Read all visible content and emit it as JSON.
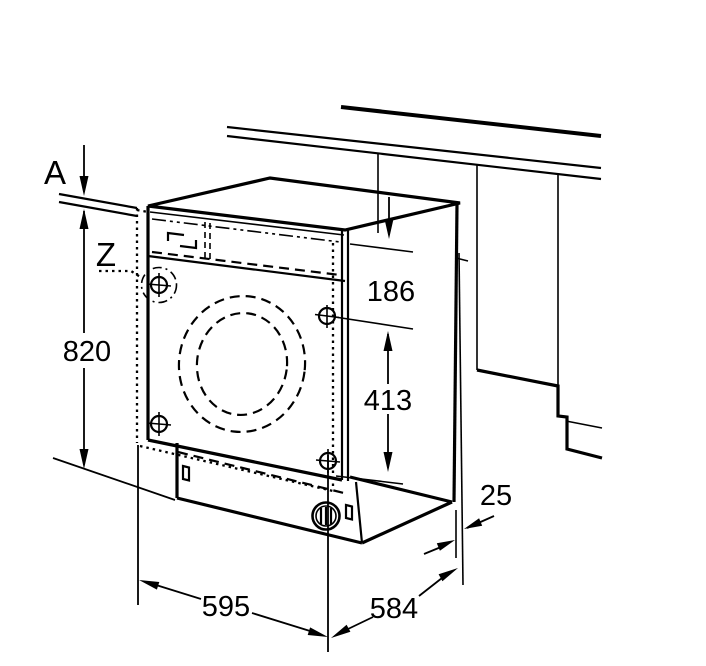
{
  "annotations": {
    "worktop_ref": "A",
    "detail_ref": "Z"
  },
  "dimensions": {
    "height_820": "820",
    "top_clearance_186": "186",
    "fixing_spacing_413": "413",
    "rear_gap_25": "25",
    "width_595": "595",
    "depth_584": "584"
  }
}
